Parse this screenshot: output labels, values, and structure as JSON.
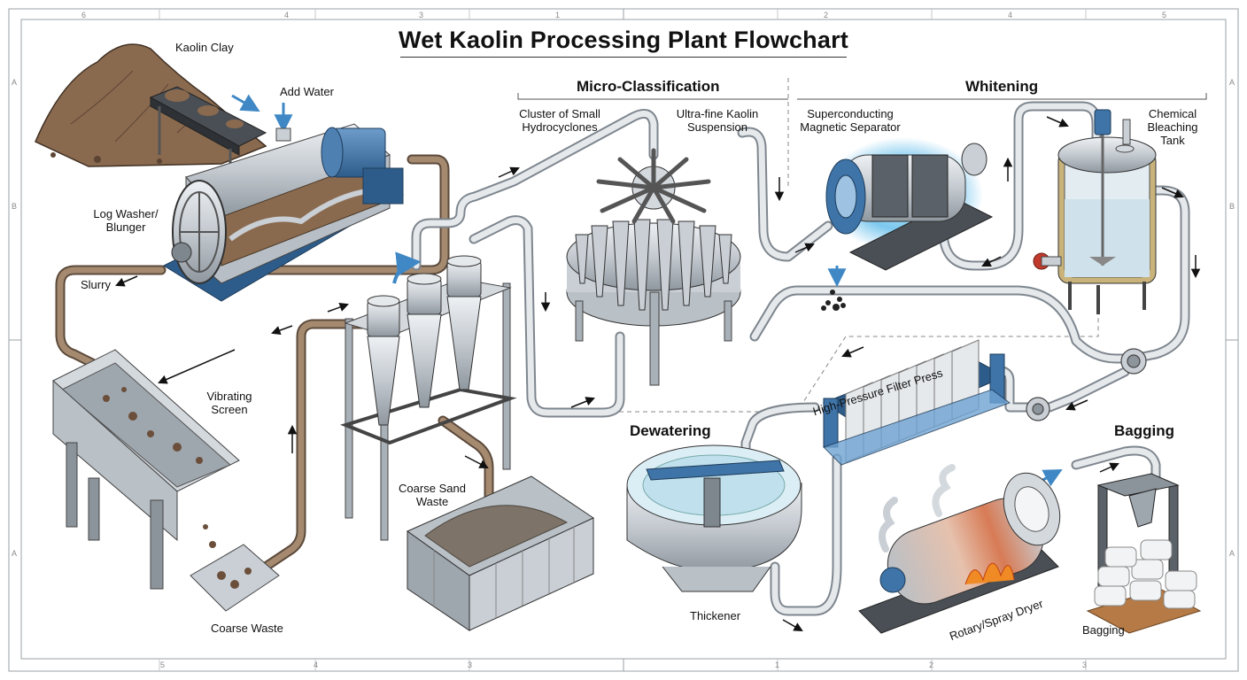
{
  "title": "Wet Kaolin Processing Plant Flowchart",
  "sections": {
    "micro_classification": "Micro-Classification",
    "whitening": "Whitening",
    "dewatering": "Dewatering",
    "bagging": "Bagging"
  },
  "labels": {
    "kaolin_clay": "Kaolin Clay",
    "add_water": "Add Water",
    "log_washer": "Log Washer/\nBlunger",
    "slurry": "Slurry",
    "vibrating_screen": "Vibrating\nScreen",
    "coarse_waste": "Coarse Waste",
    "coarse_sand_waste": "Coarse Sand\nWaste",
    "hydrocyclones": "Cluster of Small\nHydrocyclones",
    "ultrafine": "Ultra-fine Kaolin\nSuspension",
    "magnetic_separator": "Superconducting\nMagnetic Separator",
    "bleaching_tank": "Chemical\nBleaching\nTank",
    "filter_press": "High-Pressure Filter Press",
    "thickener": "Thickener",
    "dryer": "Rotary/Spray Dryer",
    "bagging": "Bagging"
  },
  "frame": {
    "top_ticks": [
      "6",
      "4",
      "3",
      "1",
      "2",
      "4",
      "5"
    ],
    "bottom_ticks": [
      "5",
      "4",
      "3",
      "1",
      "2",
      "3"
    ],
    "left_ticks": [
      "A",
      "B",
      "A"
    ],
    "right_ticks": [
      "A",
      "B",
      "A"
    ]
  },
  "colors": {
    "steel_blue": "#3f74a8",
    "pipe_brown": "#9c7d62",
    "pipe_white": "#e4e8ec",
    "metal": "#c9cfd5",
    "clay": "#8a6a4f",
    "fire": "#f08a24",
    "magnet_glow": "#6fc3ee"
  }
}
